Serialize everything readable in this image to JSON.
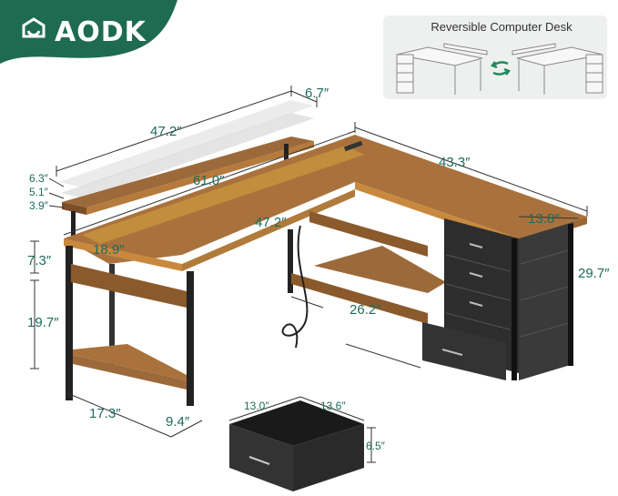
{
  "brand": {
    "name": "AODK",
    "badge_color": "#1e6b52"
  },
  "reversible_panel": {
    "title": "Reversible Computer Desk",
    "swap_icon": "swap-arrows-icon",
    "background": "#eef0ef"
  },
  "colors": {
    "dimension_text": "#1f6b5a",
    "wood": "#a0652a",
    "metal": "#1f1f1f",
    "drawer_fabric": "#2d2d2d"
  },
  "dimensions": {
    "hutch_width": "47.2″",
    "hutch_depth": "6.7″",
    "hutch_height_high": "6.3″",
    "hutch_height_mid": "5.1″",
    "hutch_height_low": "3.9″",
    "desk_total_width": "61.0″",
    "desk_inner_width": "47.2″",
    "return_length": "43.3″",
    "return_depth": "13.8″",
    "desk_height": "29.7″",
    "side_depth": "18.9″",
    "drawer_gap": "7.3″",
    "shelf_height": "19.7″",
    "side_shelf_width": "17.3″",
    "side_shelf_depth": "9.4″",
    "bottom_shelf_width": "26.2″",
    "drawer_width": "13.0″",
    "drawer_depth": "13.6″",
    "drawer_height": "6.5″"
  }
}
